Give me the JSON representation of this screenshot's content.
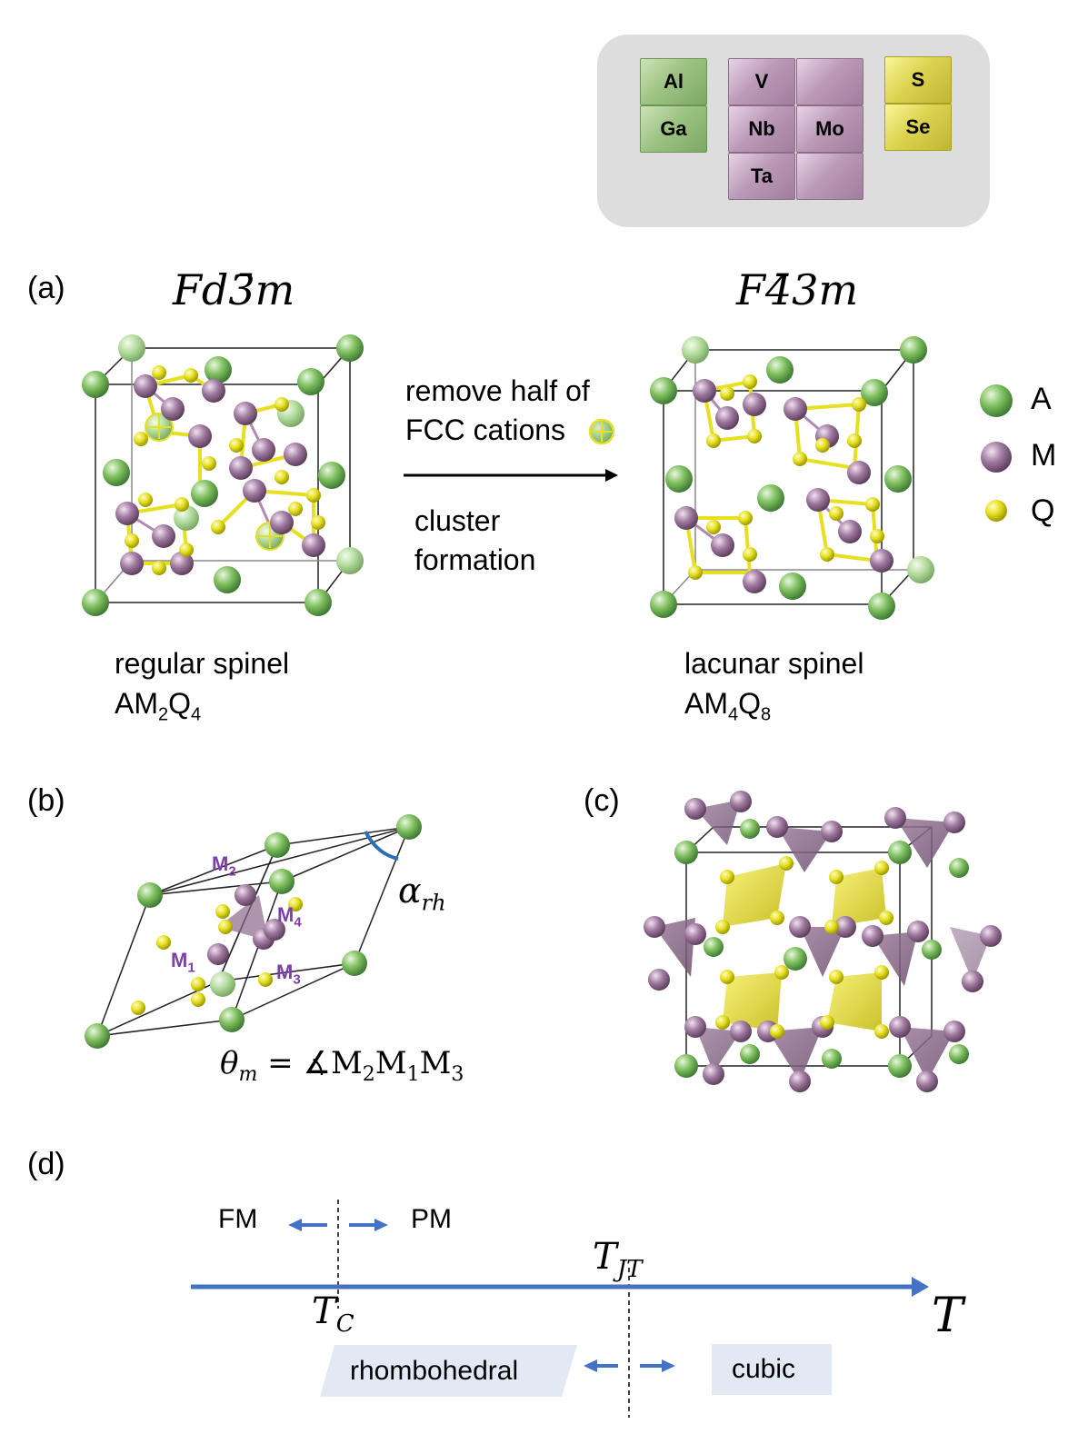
{
  "periodic_box": {
    "tiles": [
      {
        "symbol": "Al",
        "group": "A"
      },
      {
        "symbol": "Ga",
        "group": "A"
      },
      {
        "symbol": "V",
        "group": "M"
      },
      {
        "symbol": "",
        "group": "M"
      },
      {
        "symbol": "Nb",
        "group": "M"
      },
      {
        "symbol": "Mo",
        "group": "M"
      },
      {
        "symbol": "Ta",
        "group": "M"
      },
      {
        "symbol": "",
        "group": "M"
      },
      {
        "symbol": "S",
        "group": "Q"
      },
      {
        "symbol": "Se",
        "group": "Q"
      }
    ]
  },
  "panel_a": {
    "label": "(a)",
    "left_spacegroup": "Fd3̄m",
    "right_spacegroup": "F4̄3m",
    "arrow_top_line1": "remove half of",
    "arrow_top_line2": "FCC cations",
    "arrow_bottom_line1": "cluster",
    "arrow_bottom_line2": "formation",
    "left_caption": "regular spinel",
    "left_formula": {
      "a": "AM",
      "s1": "2",
      "b": "Q",
      "s2": "4"
    },
    "right_caption": "lacunar spinel",
    "right_formula": {
      "a": "AM",
      "s1": "4",
      "b": "Q",
      "s2": "8"
    }
  },
  "legend": {
    "items": [
      {
        "label": "A",
        "color": "#7fbf5f"
      },
      {
        "label": "M",
        "color": "#a07aa0"
      },
      {
        "label": "Q",
        "color": "#e6e020"
      }
    ]
  },
  "panel_b": {
    "label": "(b)",
    "site_labels": [
      {
        "name": "M",
        "sub": "1"
      },
      {
        "name": "M",
        "sub": "2"
      },
      {
        "name": "M",
        "sub": "3"
      },
      {
        "name": "M",
        "sub": "4"
      }
    ],
    "alpha_label": "α",
    "alpha_sub": "rh",
    "theta_eq": "θ",
    "theta_sub": "m",
    "theta_rhs": "= ∡M",
    "theta_rhs_s1": "2",
    "theta_rhs_m1": "M",
    "theta_rhs_s2": "1",
    "theta_rhs_m2": "M",
    "theta_rhs_s3": "3"
  },
  "panel_c": {
    "label": "(c)"
  },
  "panel_d": {
    "label": "(d)",
    "fm": "FM",
    "pm": "PM",
    "tc": "T",
    "tc_sub": "C",
    "tjt": "T",
    "tjt_sub": "JT",
    "t_axis": "T",
    "rhombohedral": "rhombohedral",
    "cubic": "cubic"
  },
  "colors": {
    "A": "#7fbf5f",
    "M": "#a07aa0",
    "Q": "#e6e020",
    "axis_blue": "#4472c4"
  }
}
